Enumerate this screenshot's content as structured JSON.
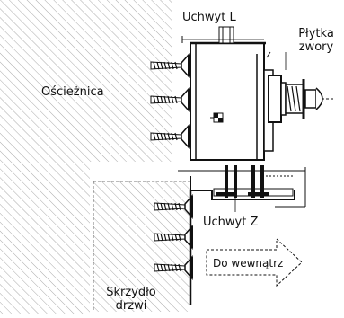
{
  "labels": {
    "uchwyt_l": "Uchwyt L",
    "plytka_zwory_line1": "Płytka",
    "plytka_zwory_line2": "zwory",
    "oscieznica": "Ościeżnica",
    "uchwyt_z": "Uchwyt Z",
    "do_wewnatrz": "Do wewnątrz",
    "skrzydlo_line1": "Skrzydło",
    "skrzydlo_line2": "drzwi"
  },
  "icons": {
    "screw": "screw-icon",
    "arrow": "direction-arrow-icon"
  },
  "colors": {
    "ink": "#111111",
    "hatch": "#9a9a9a",
    "background": "#ffffff"
  }
}
